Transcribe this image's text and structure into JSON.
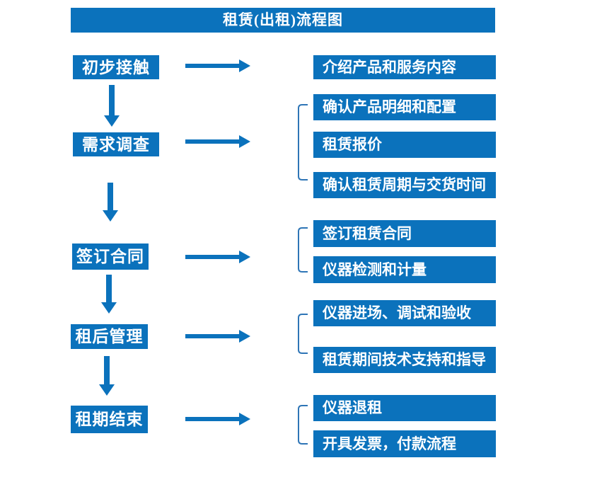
{
  "colors": {
    "primary": "#0B72BC",
    "bracket": "#2E75B6",
    "text": "#FFFFFF",
    "background": "#FFFFFF"
  },
  "flow": {
    "title": "租赁(出租)流程图",
    "steps": [
      {
        "label": "初步接触"
      },
      {
        "label": "需求调查"
      },
      {
        "label": "签订合同"
      },
      {
        "label": "租后管理"
      },
      {
        "label": "租期结束"
      }
    ],
    "details": [
      {
        "label": "介绍产品和服务内容",
        "step": "初步接触"
      },
      {
        "label": "确认产品明细和配置",
        "step": "需求调查"
      },
      {
        "label": "租赁报价",
        "step": "需求调查"
      },
      {
        "label": "确认租赁周期与交货时间",
        "step": "需求调查"
      },
      {
        "label": "签订租赁合同",
        "step": "签订合同"
      },
      {
        "label": "仪器检测和计量",
        "step": "签订合同"
      },
      {
        "label": "仪器进场、调试和验收",
        "step": "租后管理"
      },
      {
        "label": "租赁期间技术支持和指导",
        "step": "租后管理"
      },
      {
        "label": "仪器退租",
        "step": "租期结束"
      },
      {
        "label": "开具发票，付款流程",
        "step": "租期结束"
      }
    ]
  }
}
